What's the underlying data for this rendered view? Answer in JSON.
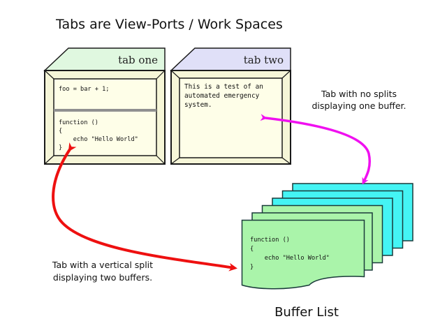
{
  "title": "Tabs are  View-Ports / Work Spaces",
  "tabs": [
    {
      "label": "tab one",
      "header_color": "#e0f8e0",
      "windows": [
        {
          "lines": [
            "foo = bar + 1;"
          ]
        },
        {
          "lines": [
            "function ()",
            "{",
            "    echo \"Hello World\"",
            "}"
          ]
        }
      ]
    },
    {
      "label": "tab two",
      "header_color": "#e0e0f8",
      "windows": [
        {
          "lines": [
            "This is a test of an",
            "automated emergency",
            "system."
          ]
        }
      ]
    }
  ],
  "annotations": {
    "no_split": [
      "Tab with no splits",
      "displaying one buffer."
    ],
    "vertical_split": [
      "Tab with a vertical split",
      "displaying two buffers."
    ]
  },
  "buffer_list": {
    "label": "Buffer List",
    "front_buffer_lines": [
      "function ()",
      "{",
      "    echo \"Hello World\"",
      "}"
    ],
    "buffers": [
      {
        "color": "#44f4f4"
      },
      {
        "color": "#44f4f4"
      },
      {
        "color": "#44f4f4"
      },
      {
        "color": "#aaf4aa"
      },
      {
        "color": "#aaf4aa"
      },
      {
        "color": "#aaf4aa"
      }
    ]
  },
  "colors": {
    "panel": "#fefee8",
    "frame": "#f6f6d8",
    "outline": "#1a1a1a",
    "split_bar": "#909090",
    "arrow_magenta": "#f010f0",
    "arrow_red": "#ee1010"
  }
}
